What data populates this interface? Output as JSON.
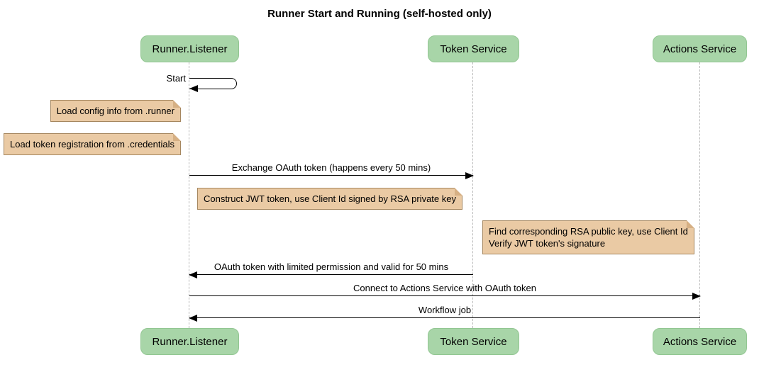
{
  "title": "Runner Start and Running (self-hosted only)",
  "participants": [
    {
      "id": "runner-listener",
      "label": "Runner.Listener"
    },
    {
      "id": "token-service",
      "label": "Token Service"
    },
    {
      "id": "actions-service",
      "label": "Actions Service"
    }
  ],
  "messages": [
    {
      "id": "start",
      "label": "Start",
      "type": "self",
      "from": "runner-listener",
      "to": "runner-listener"
    },
    {
      "id": "exchange-oauth",
      "label": "Exchange OAuth token (happens every 50 mins)",
      "type": "solid-right",
      "from": "runner-listener",
      "to": "token-service"
    },
    {
      "id": "oauth-return",
      "label": "OAuth token with limited permission and valid for 50 mins",
      "type": "solid-left",
      "from": "token-service",
      "to": "runner-listener"
    },
    {
      "id": "connect-actions",
      "label": "Connect to Actions Service with OAuth token",
      "type": "solid-right",
      "from": "runner-listener",
      "to": "actions-service"
    },
    {
      "id": "workflow-job",
      "label": "Workflow job",
      "type": "solid-left",
      "from": "actions-service",
      "to": "runner-listener"
    }
  ],
  "notes": [
    {
      "id": "load-config",
      "text": "Load config info from .runner"
    },
    {
      "id": "load-token-registration",
      "text": "Load token registration from .credentials"
    },
    {
      "id": "construct-jwt",
      "text": "Construct JWT token, use Client Id signed by RSA private key"
    },
    {
      "id": "verify-jwt",
      "text": "Find corresponding RSA public key, use Client Id\nVerify JWT token's signature"
    }
  ],
  "colors": {
    "actor_fill": "#a8d5a8",
    "actor_border": "#92c692",
    "note_fill": "#eacaa4",
    "note_border": "#a5875f",
    "note_fold": "#d6b084",
    "lifeline": "#b8b8b8",
    "line": "#000000"
  }
}
